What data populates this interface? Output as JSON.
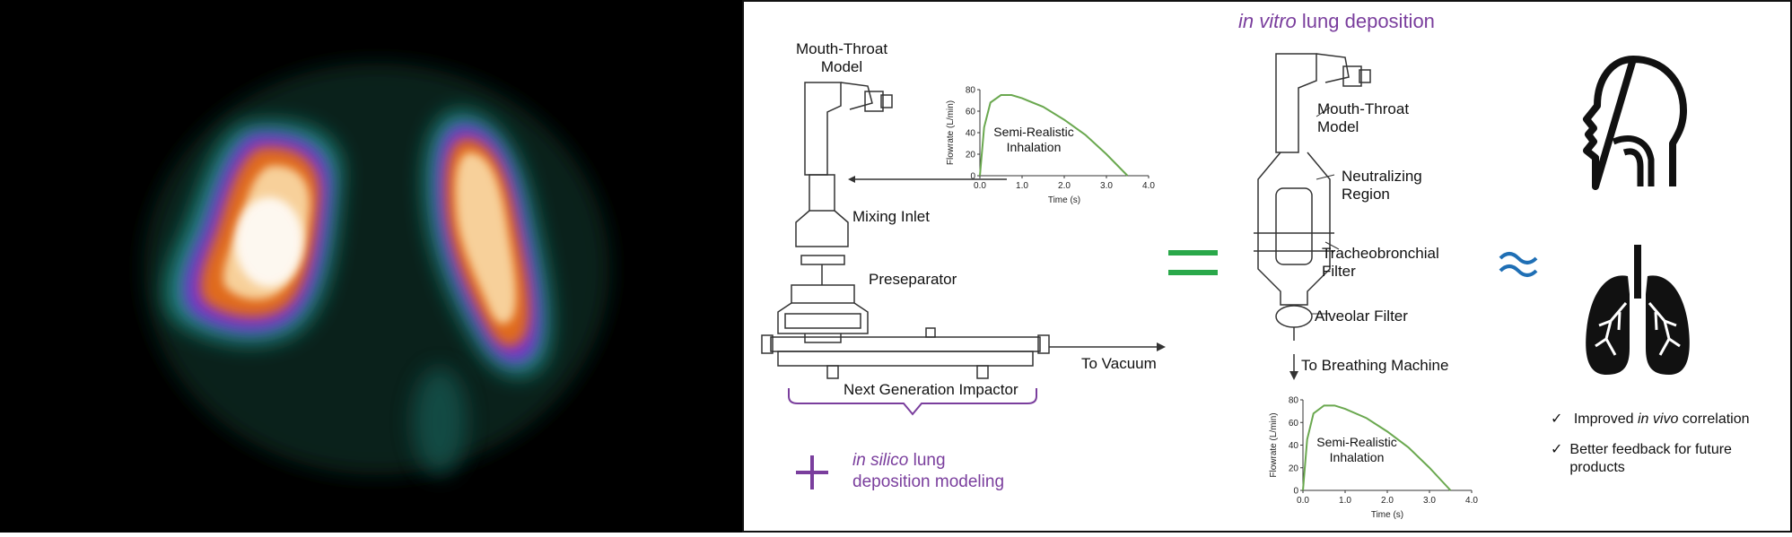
{
  "left_panel": {
    "kind": "lung scintigraphy scan"
  },
  "diagram": {
    "mouth_throat_model_1": "Mouth-Throat\nModel",
    "mixing_inlet": "Mixing Inlet",
    "preseparator": "Preseparator",
    "to_vacuum": "To Vacuum",
    "next_generation_impactor": "Next Generation Impactor",
    "in_silico_prefix": "in silico",
    "in_silico_line1_rest": " lung",
    "in_silico_line2": "deposition modeling",
    "in_vitro_prefix": "in vitro",
    "in_vitro_rest": " lung deposition",
    "mouth_throat_model_2": "Mouth-Throat\nModel",
    "neutralizing_region": "Neutralizing\nRegion",
    "tracheobronchial_filter": "Tracheobronchial\nFilter",
    "alveolar_filter": "Alveolar Filter",
    "to_breathing_machine": "To Breathing Machine",
    "equals_symbol": "=",
    "approx_symbol": "≈",
    "plus_symbol": "+",
    "benefits": [
      {
        "check": "✓",
        "before": "Improved ",
        "italic": "in vivo",
        "after": " correlation"
      },
      {
        "check": "✓",
        "before": "Better feedback for future\nproducts",
        "italic": "",
        "after": ""
      }
    ],
    "icons": [
      "head-profile-icon",
      "lungs-icon"
    ],
    "colors": {
      "accent_purple": "#7a3e9d",
      "equals_green": "#2aa84a",
      "approx_blue": "#1f6fb5",
      "curve_green": "#6aa84f"
    }
  },
  "chart_data": [
    {
      "type": "line",
      "title": "",
      "annotation": "Semi-Realistic\nInhalation",
      "xlabel": "Time (s)",
      "ylabel": "Flowrate (L/min)",
      "xlim": [
        0,
        4.0
      ],
      "ylim": [
        0,
        80
      ],
      "xticks": [
        "0.0",
        "1.0",
        "2.0",
        "3.0",
        "4.0"
      ],
      "yticks": [
        "0",
        "20",
        "40",
        "60",
        "80"
      ],
      "x": [
        0,
        0.1,
        0.25,
        0.5,
        0.75,
        1.0,
        1.5,
        2.0,
        2.5,
        3.0,
        3.25,
        3.5
      ],
      "y": [
        0,
        45,
        68,
        75,
        75,
        72,
        64,
        52,
        38,
        20,
        10,
        0
      ]
    },
    {
      "type": "line",
      "title": "",
      "annotation": "Semi-Realistic\nInhalation",
      "xlabel": "Time (s)",
      "ylabel": "Flowrate (L/min)",
      "xlim": [
        0,
        4.0
      ],
      "ylim": [
        0,
        80
      ],
      "xticks": [
        "0.0",
        "1.0",
        "2.0",
        "3.0",
        "4.0"
      ],
      "yticks": [
        "0",
        "20",
        "40",
        "60",
        "80"
      ],
      "x": [
        0,
        0.1,
        0.25,
        0.5,
        0.75,
        1.0,
        1.5,
        2.0,
        2.5,
        3.0,
        3.25,
        3.5
      ],
      "y": [
        0,
        45,
        68,
        75,
        75,
        72,
        64,
        52,
        38,
        20,
        10,
        0
      ]
    }
  ]
}
